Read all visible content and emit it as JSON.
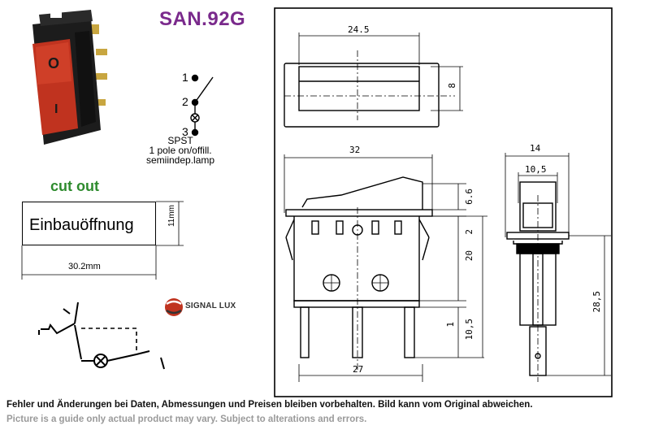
{
  "product": {
    "model": "SAN.92G",
    "switch_on_symbol": "O",
    "switch_off_symbol": "I"
  },
  "schematic": {
    "pins": [
      "1",
      "2",
      "3"
    ],
    "description_lines": [
      "SPST",
      "1 pole on/offill.",
      "semiindep.lamp"
    ]
  },
  "cutout": {
    "heading": "cut out",
    "label": "Einbauöffnung",
    "height": "11mm",
    "width": "30.2mm"
  },
  "brand": "SIGNAL LUX",
  "drawing_dims": {
    "top_width": "24.5",
    "top_height": "8",
    "front_top_width": "32",
    "front_bottom_width": "27",
    "rocker_height": "6.6",
    "bezel": "2",
    "body_height": "20",
    "pin_gap": "1",
    "pin_length": "10,5",
    "side_width": "14",
    "side_inner_width": "10,5",
    "total_height": "28,5"
  },
  "footer": {
    "german": "Fehler und Änderungen bei Daten, Abmessungen und Preisen bleiben vorbehalten. Bild kann vom Original abweichen.",
    "english": "Picture is a guide only actual product may vary. Subject to alterations and errors."
  },
  "colors": {
    "title": "#7a2a8c",
    "cutout_heading": "#2e8b2e",
    "rocker": "#c0331f",
    "housing": "#1c1c1c",
    "footer_note": "#9a9a9a"
  }
}
